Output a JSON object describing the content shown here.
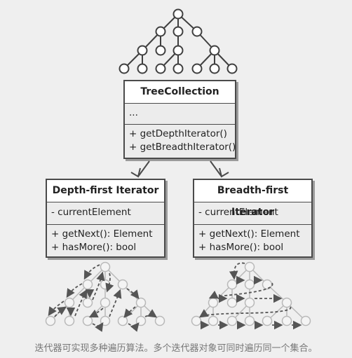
{
  "main_class": {
    "name": "TreeCollection",
    "fields": [
      "..."
    ],
    "methods": [
      "+ getDepthIterator()",
      "+ getBreadthIterator()"
    ]
  },
  "depth_iterator": {
    "name": "Depth-first Iterator",
    "fields": [
      "- currentElement"
    ],
    "methods": [
      "+ getNext(): Element",
      "+ hasMore(): bool"
    ]
  },
  "breadth_iterator": {
    "name": "Breadth-first Iterator",
    "fields": [
      "- currentElement"
    ],
    "methods": [
      "+ getNext(): Element",
      "+ hasMore(): bool"
    ]
  },
  "caption": "迭代器可实现多种遍历算法。多个迭代器对象可同时遍历同一个集合。",
  "colors": {
    "background": "#efefef",
    "box_border": "#4a4a4a",
    "section_fill": "#ececec",
    "node_stroke": "#3f3f3f",
    "faded_node_stroke": "#b9b9b9",
    "traversal_arrow": "#555555"
  }
}
